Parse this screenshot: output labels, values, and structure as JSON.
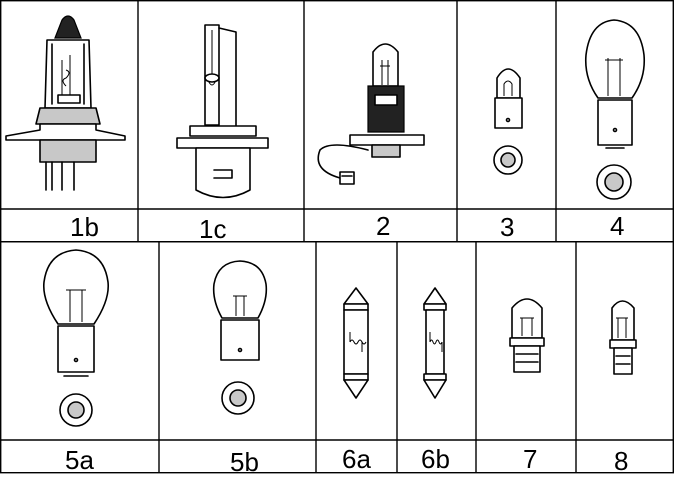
{
  "bulbs": [
    {
      "id": "1b",
      "label": "1b",
      "icon": "h7-halogen-bulb-icon"
    },
    {
      "id": "1c",
      "label": "1c",
      "icon": "xenon-d-bulb-icon"
    },
    {
      "id": "2",
      "label": "2",
      "icon": "h3-halogen-bulb-icon"
    },
    {
      "id": "3",
      "label": "3",
      "icon": "small-bayonet-bulb-icon"
    },
    {
      "id": "4",
      "label": "4",
      "icon": "single-filament-ball-bulb-icon"
    },
    {
      "id": "5a",
      "label": "5a",
      "icon": "ball-bulb-bayonet-icon"
    },
    {
      "id": "5b",
      "label": "5b",
      "icon": "small-ball-bulb-bayonet-icon"
    },
    {
      "id": "6a",
      "label": "6a",
      "icon": "festoon-bulb-icon"
    },
    {
      "id": "6b",
      "label": "6b",
      "icon": "narrow-festoon-bulb-icon"
    },
    {
      "id": "7",
      "label": "7",
      "icon": "wedge-base-bulb-icon"
    },
    {
      "id": "8",
      "label": "8",
      "icon": "narrow-wedge-base-bulb-icon"
    }
  ],
  "colors": {
    "line": "#000000",
    "background": "#ffffff",
    "shade": "#c8c8c8"
  }
}
